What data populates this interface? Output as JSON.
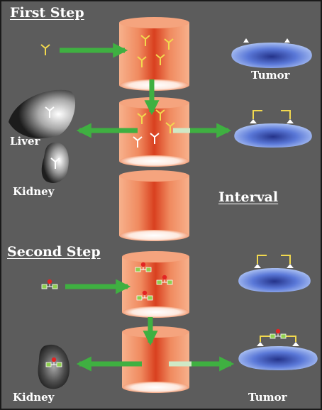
{
  "labels": {
    "first_step": "First Step",
    "tumor_top": "Tumor",
    "liver": "Liver",
    "kidney_top": "Kidney",
    "interval": "Interval",
    "second_step": "Second Step",
    "kidney_bottom": "Kidney",
    "tumor_bottom": "Tumor"
  },
  "colors": {
    "background": "#5c5c5c",
    "arrow": "#3fb041",
    "arrow_faded": "#cfe9c6",
    "cylinder": "#e8502a",
    "tumor": "#5a78d8",
    "antibody": "#f2d94e",
    "hapten": "#8fcf4f",
    "radiolabel": "#e32424"
  }
}
